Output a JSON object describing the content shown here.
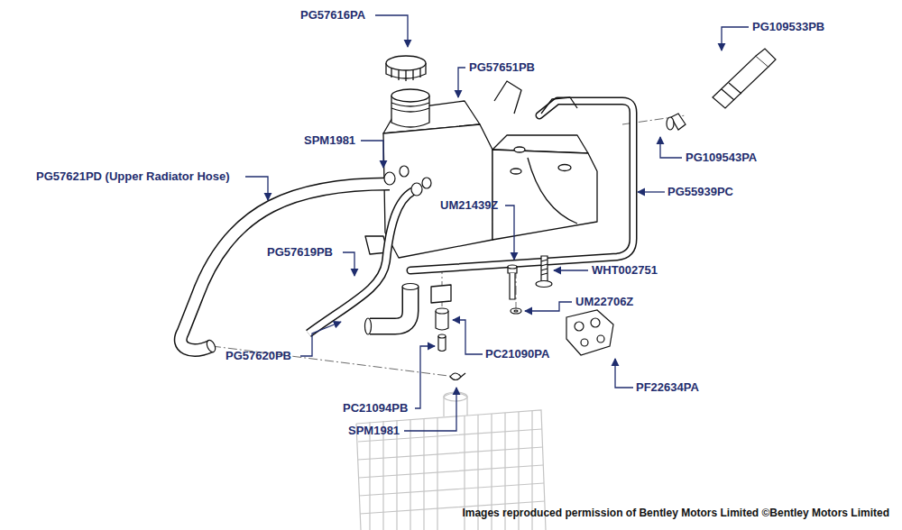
{
  "diagram": {
    "labels": [
      "PG57616PA",
      "PG57651PB",
      "PG109533PB",
      "SPM1981",
      "PG57621PD (Upper Radiator Hose)",
      "PG109543PA",
      "PG55939PC",
      "UM21439Z",
      "PG57619PB",
      "WHT002751",
      "UM22706Z",
      "PG57620PB",
      "PC21090PA",
      "PC21094PB",
      "PF22634PA",
      "SPM1981",
      "Images reproduced permission of Bentley Motors Limited ©Bentley Motors Limited"
    ]
  }
}
